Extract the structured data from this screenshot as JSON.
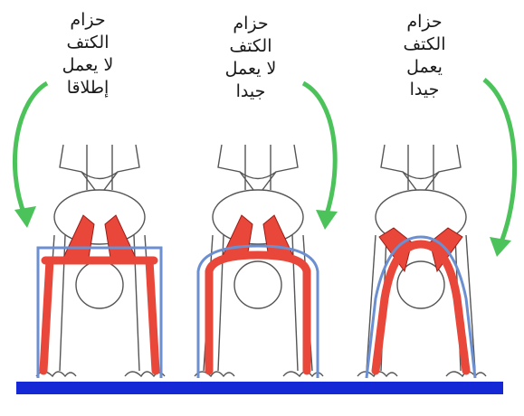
{
  "panels": [
    {
      "caption_lines": [
        "حزام",
        "الكتف",
        "لا يعمل",
        "إطلاقا"
      ],
      "shoulder_arch": "flat"
    },
    {
      "caption_lines": [
        "حزام",
        "الكتف",
        "لا يعمل",
        "جيدا"
      ],
      "shoulder_arch": "partial"
    },
    {
      "caption_lines": [
        "حزام",
        "الكتف",
        "يعمل",
        "جيدا"
      ],
      "shoulder_arch": "round"
    }
  ],
  "colors": {
    "muscle": "#e8473a",
    "muscle_outline": "#9b1d16",
    "frame": "#6b8fd0",
    "arrow": "#4cc35a",
    "floor": "#1428d6",
    "body_outline": "#555555"
  }
}
